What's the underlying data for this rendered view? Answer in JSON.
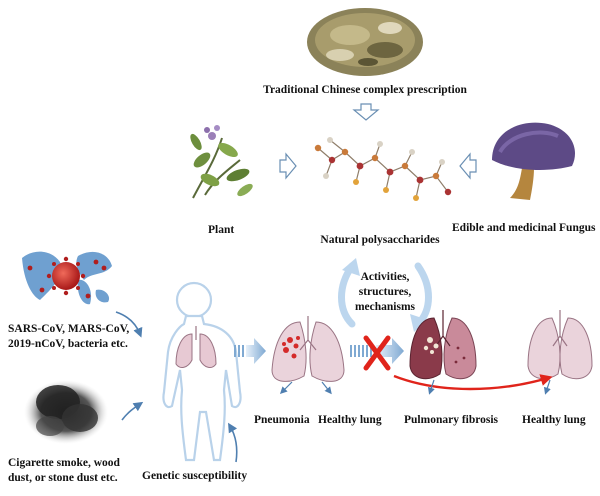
{
  "labels": {
    "tcm": "Traditional Chinese complex prescription",
    "plant": "Plant",
    "polysaccharides": "Natural polysaccharides",
    "fungus": "Edible and medicinal Fungus",
    "activities_line1": "Activities,",
    "activities_line2": "structures,",
    "activities_line3": "mechanisms",
    "virus_line1": "SARS-CoV, MARS-CoV,",
    "virus_line2": "2019-nCoV, bacteria etc.",
    "smoke_line1": "Cigarette smoke, wood",
    "smoke_line2": "dust, or stone dust etc.",
    "genetic": "Genetic susceptibility",
    "pneumonia": "Pneumonia",
    "healthy_lung_1": "Healthy lung",
    "pulmonary_fibrosis": "Pulmonary fibrosis",
    "healthy_lung_2": "Healthy lung"
  },
  "icons": {
    "herbs": "herbal-mixture-icon",
    "plant": "plant-sprig-icon",
    "molecule": "polysaccharide-molecule-icon",
    "mushroom": "mushroom-icon",
    "world_map": "world-map-virus-icon",
    "smoke": "smoke-cloud-icon",
    "body": "human-body-icon",
    "lungs": "lungs-icon",
    "block": "red-x-block-icon"
  },
  "colors": {
    "arrow_blue": "#8fb8dc",
    "cycle_blue": "#bcd6ee",
    "inhibit_red": "#e0241b",
    "lung_pink": "#e8c8d2",
    "fibrosis_lung": "#8a3a4a",
    "virus_red": "#d42a2a"
  }
}
